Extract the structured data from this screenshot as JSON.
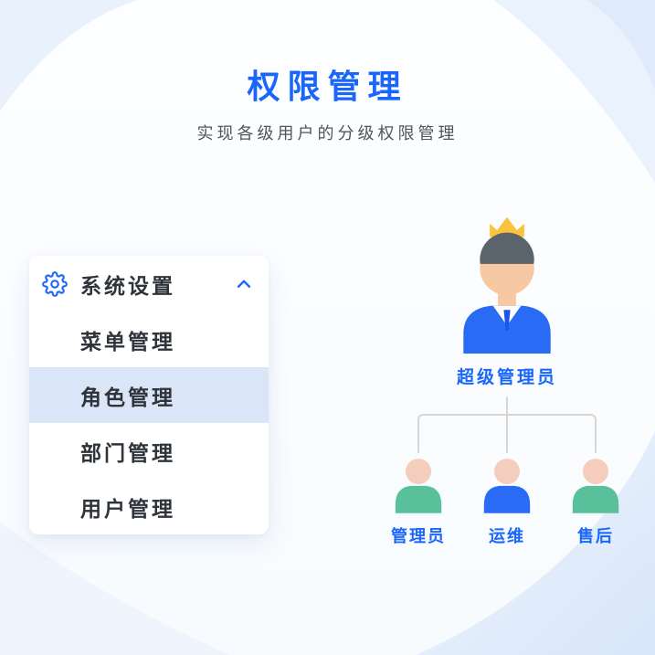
{
  "page": {
    "title": "权限管理",
    "subtitle": "实现各级用户的分级权限管理"
  },
  "menu": {
    "header_label": "系统设置",
    "header_icon": "gear-icon",
    "collapse_icon": "chevron-up-icon",
    "items": [
      {
        "label": "菜单管理",
        "selected": false
      },
      {
        "label": "角色管理",
        "selected": true
      },
      {
        "label": "部门管理",
        "selected": false
      },
      {
        "label": "用户管理",
        "selected": false
      }
    ],
    "selected_item": "角色管理"
  },
  "org_chart": {
    "root_label": "超级管理员",
    "root_badge_icon": "crown-icon",
    "children": [
      {
        "label": "管理员",
        "color": "#58C09A"
      },
      {
        "label": "运维",
        "color": "#2A6BF6"
      },
      {
        "label": "售后",
        "color": "#58C09A"
      }
    ]
  },
  "colors": {
    "accent": "#1A66FB",
    "subtitle_text": "#4E555D",
    "menu_text": "#2F343B",
    "selected_bg": "#DBE5F8",
    "card_bg": "#FFFFFF",
    "crown": "#F9C33C",
    "skin": "#F6C9A2",
    "skin_child": "#F5CDBD",
    "hair": "#5B636B",
    "suit": "#2A6BF6",
    "tie": "#1B54E6",
    "line": "#D6D6D6"
  }
}
